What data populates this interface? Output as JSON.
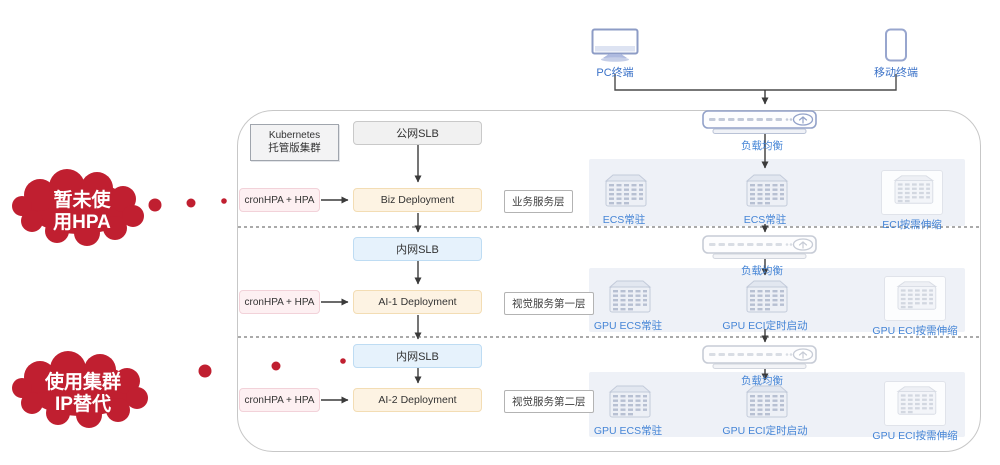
{
  "colors": {
    "accent_red": "#c01f30",
    "label_blue": "#4585d6"
  },
  "terminals": {
    "pc_label": "PC终端",
    "mobile_label": "移动终端"
  },
  "annotations": {
    "cloud1_line1": "暂未使",
    "cloud1_line2": "用HPA",
    "cloud2_line1": "使用集群",
    "cloud2_line2": "IP替代"
  },
  "cluster": {
    "title_line1": "Kubernetes",
    "title_line2": "托管版集群"
  },
  "rows": [
    {
      "slb": "公网SLB",
      "hpa": "cronHPA + HPA",
      "deployment": "Biz Deployment",
      "layer": "业务服务层",
      "lb": "负载均衡",
      "nodes": [
        "ECS常驻",
        "ECS常驻",
        "ECI按需伸缩"
      ]
    },
    {
      "slb": "内网SLB",
      "hpa": "cronHPA + HPA",
      "deployment": "AI-1 Deployment",
      "layer": "视觉服务第一层",
      "lb": "负载均衡",
      "nodes": [
        "GPU ECS常驻",
        "GPU ECI定时启动",
        "GPU ECI按需伸缩"
      ]
    },
    {
      "slb": "内网SLB",
      "hpa": "cronHPA + HPA",
      "deployment": "AI-2 Deployment",
      "layer": "视觉服务第二层",
      "lb": "负载均衡",
      "nodes": [
        "GPU ECS常驻",
        "GPU ECI定时启动",
        "GPU ECI按需伸缩"
      ]
    }
  ]
}
